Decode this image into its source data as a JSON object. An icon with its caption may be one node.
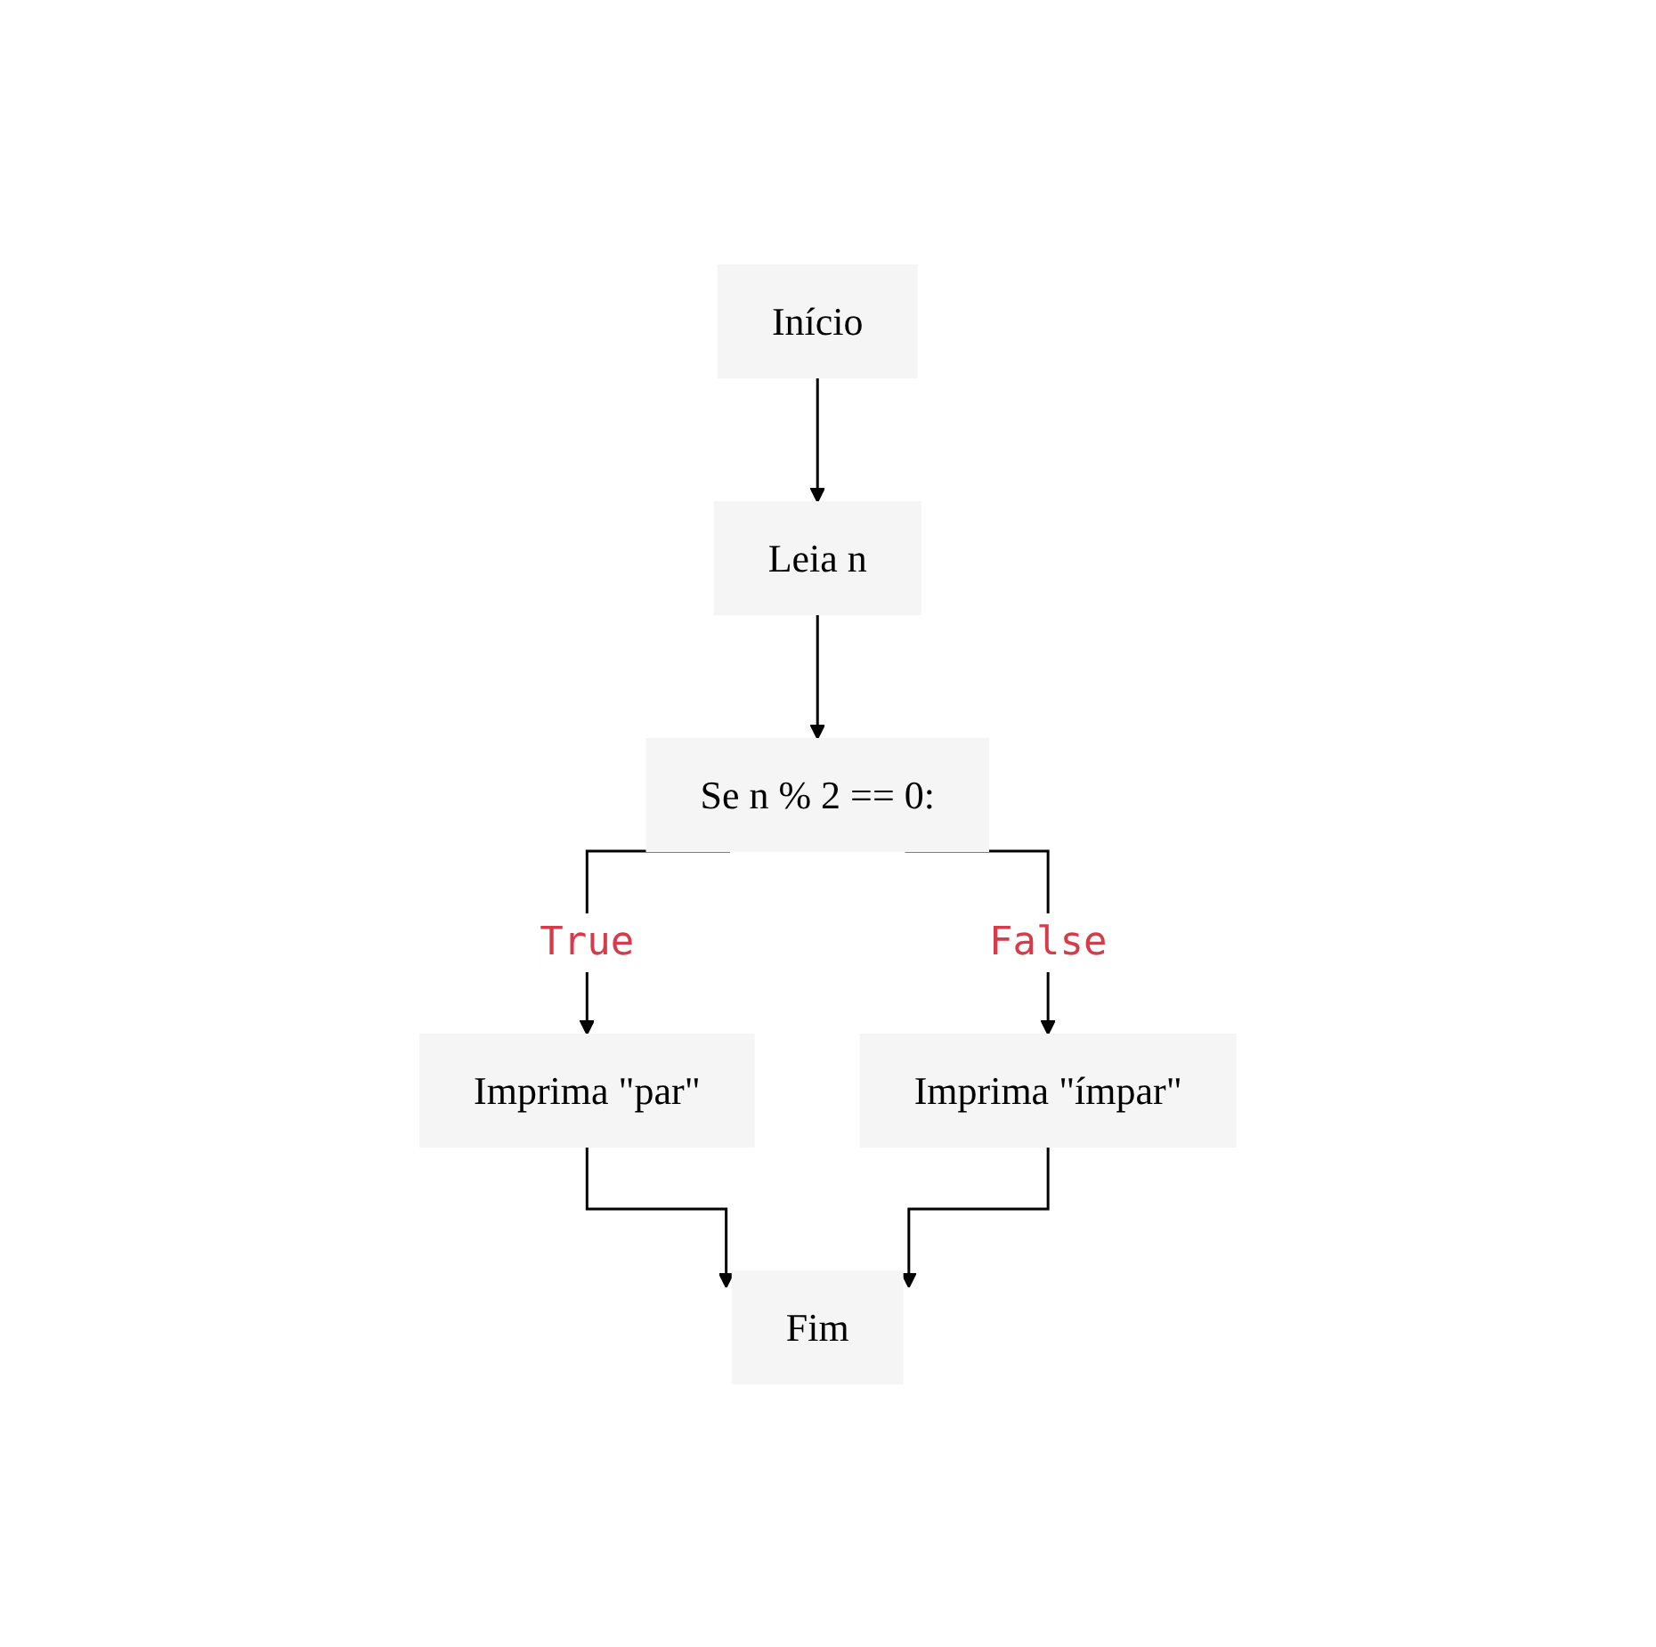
{
  "diagram": {
    "nodes": [
      {
        "text": [
          "Início"
        ]
      },
      {
        "text": [
          "Leia n"
        ]
      },
      {
        "text": [
          "Se n % 2 == 0:"
        ]
      },
      {
        "text": [
          "Imprima \"par\""
        ]
      },
      {
        "text": [
          "Imprima \"ímpar\""
        ]
      },
      {
        "text": [
          "Fim"
        ]
      }
    ],
    "edges": [
      {
        "from": 0,
        "to": 1,
        "arrow": "to"
      },
      {
        "from": 1,
        "to": 2,
        "arrow": "to"
      },
      {
        "from": 2,
        "to": 3,
        "arrow": "to",
        "label": "True"
      },
      {
        "from": 2,
        "to": 4,
        "arrow": "to",
        "label": "False"
      },
      {
        "from": 3,
        "to": 5,
        "arrow": "to"
      },
      {
        "from": 4,
        "to": 5,
        "arrow": "to"
      }
    ]
  }
}
